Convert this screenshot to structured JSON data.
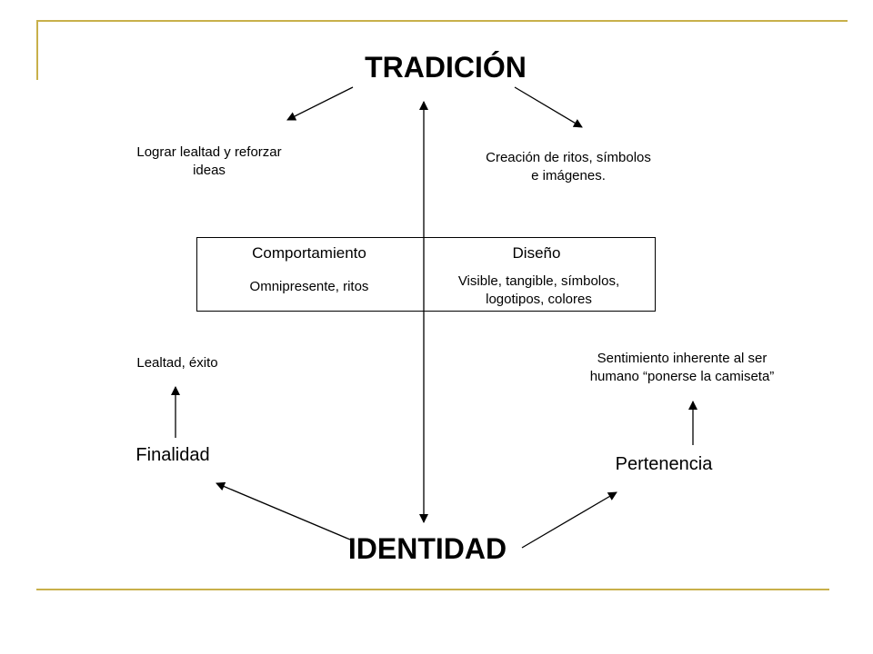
{
  "colors": {
    "accent_line": "#c8b04a",
    "ink": "#000000"
  },
  "top": {
    "title": "TRADICIÓN"
  },
  "bottom": {
    "title": "IDENTIDAD"
  },
  "tradition_left": {
    "text_line1": "Lograr lealtad y reforzar",
    "text_line2": "ideas"
  },
  "tradition_right": {
    "text_line1": "Creación de ritos, símbolos",
    "text_line2": "e imágenes."
  },
  "center_box": {
    "left_heading": "Comportamiento",
    "left_text": "Omnipresente, ritos",
    "right_heading": "Diseño",
    "right_text_line1": "Visible, tangible, símbolos,",
    "right_text_line2": "logotipos, colores"
  },
  "identity_left": {
    "label": "Finalidad",
    "result": "Lealtad, éxito"
  },
  "identity_right": {
    "label": "Pertenencia",
    "result_line1": "Sentimiento inherente al ser",
    "result_line2": "humano “ponerse la camiseta”"
  }
}
